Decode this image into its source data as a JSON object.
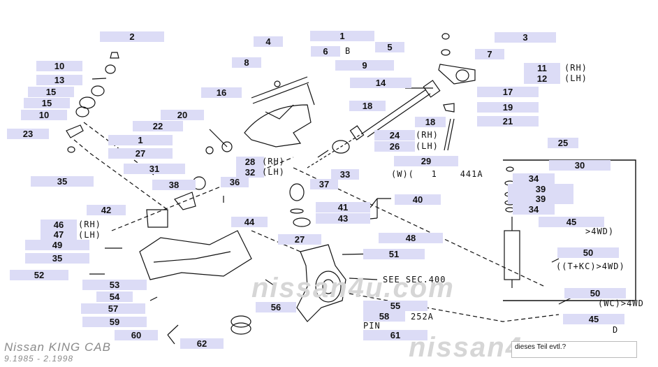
{
  "footer": {
    "title": "Nissan KING CAB",
    "years": "9.1985 - 2.1998",
    "watermark": "nissan4u.com",
    "note": "dieses Teil  evtl.?"
  },
  "labels": [
    "2",
    "1",
    "3",
    "4",
    "5",
    "6",
    "7",
    "8",
    "9",
    "10",
    "11",
    "12",
    "13",
    "14",
    "15",
    "15",
    "10",
    "16",
    "17",
    "18",
    "18",
    "19",
    "20",
    "21",
    "22",
    "23",
    "24",
    "25",
    "1",
    "26",
    "27",
    "28",
    "29",
    "30",
    "31",
    "32",
    "33",
    "34",
    "35",
    "36",
    "37",
    "38",
    "39",
    "39",
    "40",
    "34",
    "41",
    "42",
    "43",
    "44",
    "45",
    "46",
    "47",
    "48",
    "49",
    "50",
    "35",
    "51",
    "52",
    "53",
    "54",
    "50",
    "57",
    "55",
    "56",
    "58",
    "59",
    "45",
    "60",
    "61",
    "62",
    "27"
  ],
  "texts": {
    "b": "B",
    "rh_lh_11": "(RH)",
    "rh_lh_12": "(LH)",
    "rh_24": "(RH)",
    "lh_26": "(LH)",
    "rh_28": "(RH)",
    "lh_32": "(LH)",
    "w441a": "(W)(   1    441A",
    "rh_46": "(RH)",
    "lh_47": "(LH)",
    "see_sec": "SEE SEC.400",
    "s252a": "252A",
    "pin": "PIN",
    "wd_45": ">4WD)",
    "tkc_4wd": "((T+KC)>4WD)",
    "wc_4wd": "(WC)>4WD",
    "d": "D"
  },
  "colors": {
    "tag_bg": "#dcdcf6",
    "line": "#111111",
    "watermark": "#d6d6d6"
  }
}
